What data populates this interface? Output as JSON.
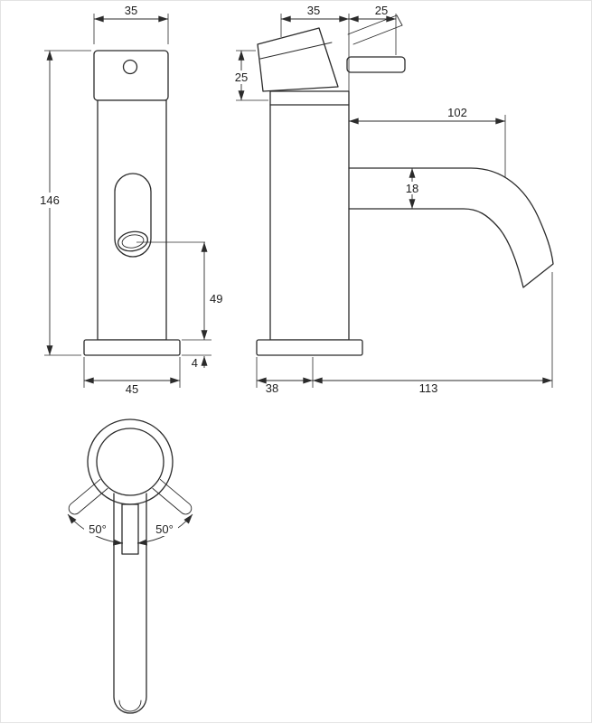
{
  "drawing": {
    "title": "faucet-technical-drawing",
    "front_view": {
      "top_width": "35",
      "height": "146",
      "outlet_height": "49",
      "base_thickness": "4",
      "base_width": "45"
    },
    "side_view": {
      "body_depth": "35",
      "handle_overhang": "25",
      "handle_height": "25",
      "spout_reach": "102",
      "spout_diameter": "18",
      "base_depth": "38",
      "total_depth": "113"
    },
    "bottom_view": {
      "swing_left": "50°",
      "swing_right": "50°"
    }
  }
}
